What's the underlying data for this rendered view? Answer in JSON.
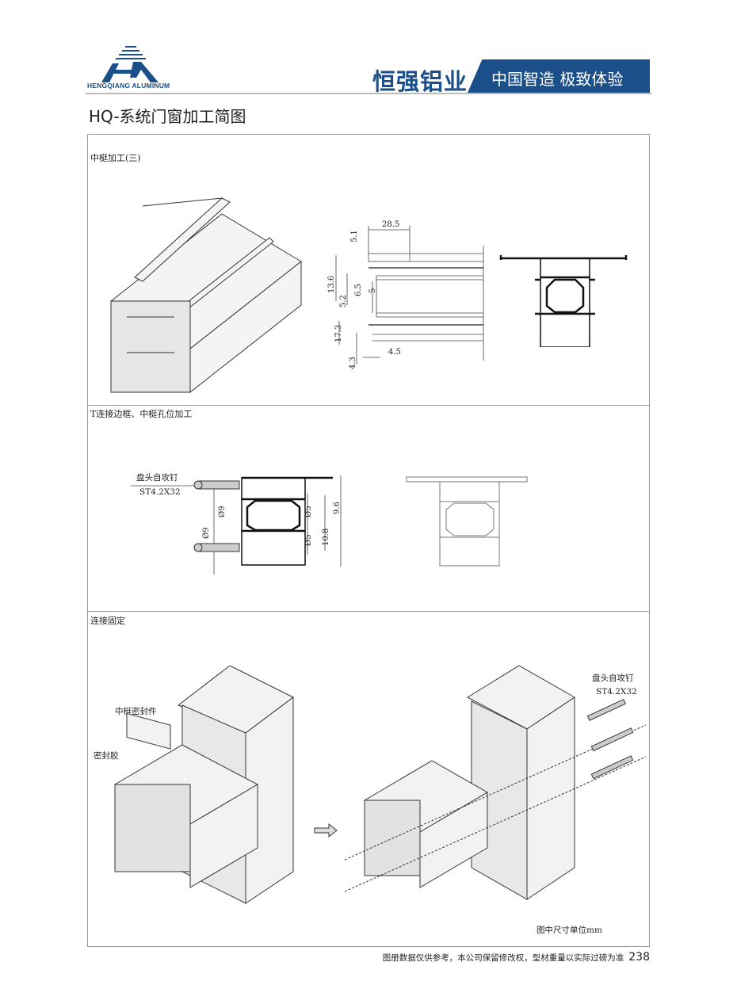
{
  "header": {
    "logo_text": "HENGQIANG ALUMINUM",
    "brand": "恒强铝业",
    "slogan": "中国智造 极致体验",
    "brand_color": "#1b4f8a"
  },
  "title": "HQ-系统门窗加工简图",
  "sections": [
    {
      "label": "中梃加工(三)",
      "dimensions": [
        "28.5",
        "5.1",
        "13.6",
        "5.2",
        "6.5",
        "5",
        "17.3",
        "4.3",
        "4.5"
      ]
    },
    {
      "label": "T连接边框、中梃孔位加工",
      "screw_name": "盘头自攻钉",
      "screw_spec": "ST4.2X32",
      "dimensions": [
        "Ø9",
        "Ø5",
        "9.6",
        "Ø9",
        "Ø5",
        "10.8"
      ]
    },
    {
      "label": "连接固定",
      "part_seal": "中梃密封件",
      "sealant": "密封胶",
      "screw_name": "盘头自攻钉",
      "screw_spec": "ST4.2X32",
      "unit_note": "图中尺寸单位mm"
    }
  ],
  "footer": {
    "disclaimer": "图册数据仅供参考，本公司保留修改权，型材重量以实际过磅为准",
    "page_number": "238"
  }
}
